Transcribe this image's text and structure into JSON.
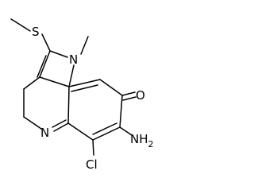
{
  "molecule": {
    "atom_labels": {
      "sulfur": "S",
      "ring_nitrogen_methyl": "N",
      "carbonyl_oxygen": "O",
      "imine_nitrogen": "N",
      "amino": "NH",
      "amino_subscript": "2",
      "chlorine": "Cl"
    }
  }
}
